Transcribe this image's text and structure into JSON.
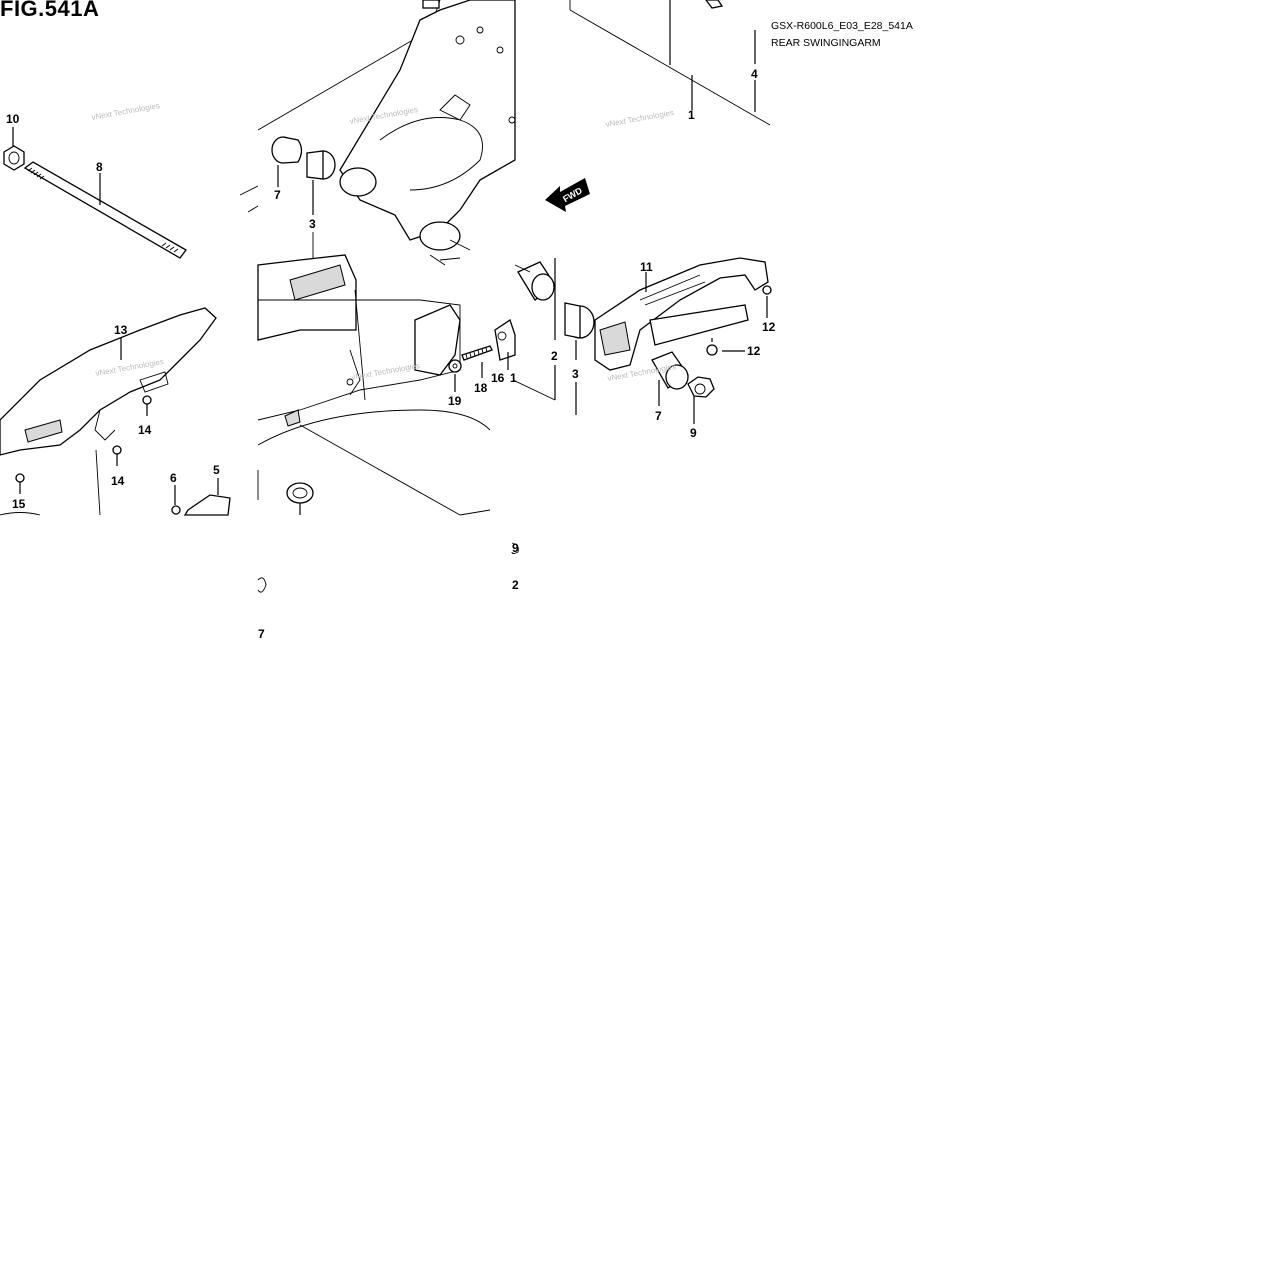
{
  "figure": {
    "title": "FIG.541A",
    "code": "GSX-R600L6_E03_E28_541A",
    "name": "REAR SWINGINGARM"
  },
  "watermark": "vNext Technologies",
  "fwd_label": "FWD",
  "callouts": {
    "c10": "10",
    "c8": "8",
    "c13": "13",
    "c14a": "14",
    "c14b": "14",
    "c15": "15",
    "c6": "6",
    "c5": "5",
    "c7a": "7",
    "c3a": "3",
    "c19": "19",
    "c18": "18",
    "c16": "16",
    "c16b": "1",
    "c2": "2",
    "c3b": "3",
    "c11": "11",
    "c12a": "12",
    "c12b": "12",
    "c7b": "7",
    "c9": "9",
    "c4": "4",
    "c1": "1",
    "c_clip1": "9",
    "c_clip2": "2",
    "c_clip3": "7"
  }
}
